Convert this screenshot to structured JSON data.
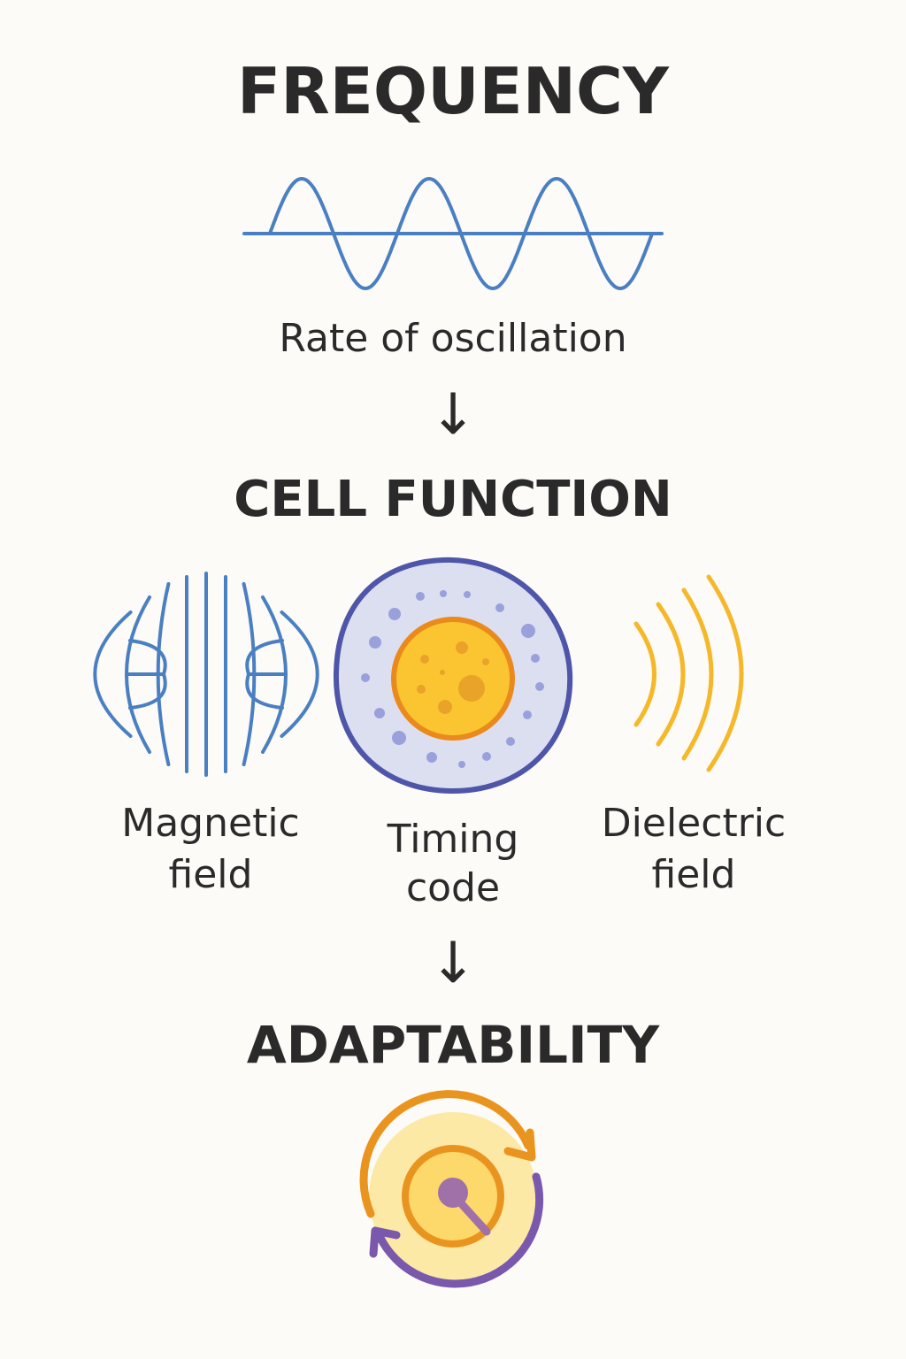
{
  "sections": {
    "frequency": {
      "title": "FREQUENCY",
      "caption": "Rate of oscillation"
    },
    "cell_function": {
      "title": "CELL FUNCTION",
      "left_label": [
        "Magnetic",
        "field"
      ],
      "center_label": [
        "Timing",
        "code"
      ],
      "right_label": [
        "Dielectric",
        "field"
      ]
    },
    "adaptability": {
      "title": "ADAPTABILITY"
    }
  },
  "arrows": [
    "↓",
    "↓"
  ],
  "colors": {
    "wave": "#4a7fc1",
    "text": "#2a2a2a",
    "cell_membrane": "#4f55a8",
    "cytoplasm": "#dcdff0",
    "nucleus": "#fbc531",
    "nucleus_border": "#ea8a1c",
    "dielectric": "#f5b82a",
    "cycle_orange": "#ea9420",
    "cycle_purple": "#7a58ac"
  }
}
